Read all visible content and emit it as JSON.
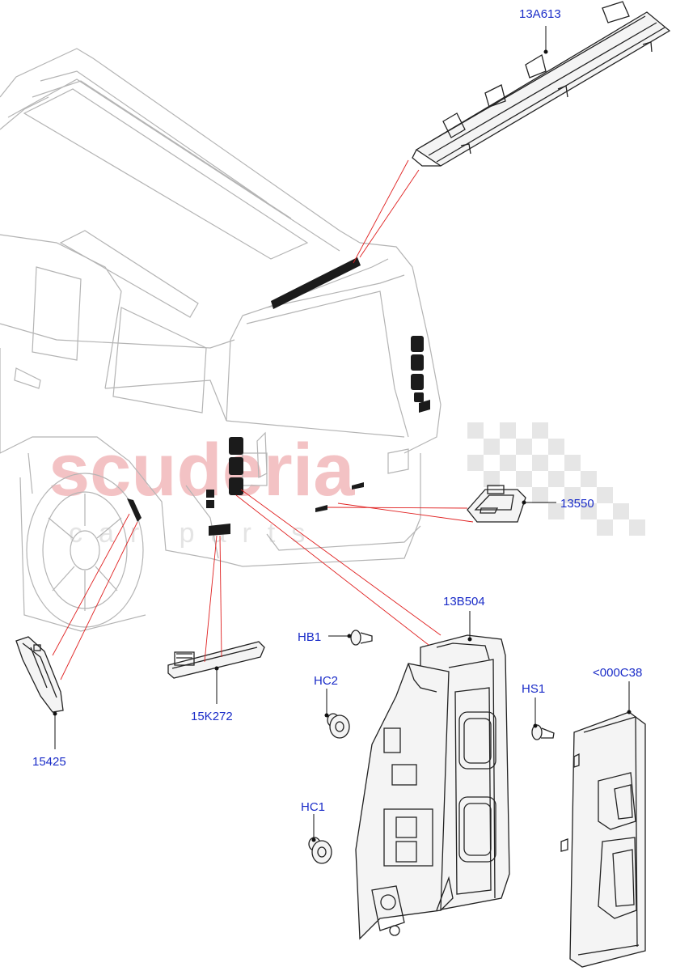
{
  "watermark": {
    "brand": "scuderia",
    "tagline": "car parts"
  },
  "callouts": {
    "p13A613": "13A613",
    "p13550": "13550",
    "p13B504": "13B504",
    "pHB1": "HB1",
    "pHC2": "HC2",
    "pHC1": "HC1",
    "pHS1": "HS1",
    "p000C38": "<000C38",
    "p15K272": "15K272",
    "p15425": "15425"
  },
  "colors": {
    "callout_text": "#1a2cc8",
    "leader_line": "#e02020",
    "watermark_brand": "#f3c2c4"
  }
}
